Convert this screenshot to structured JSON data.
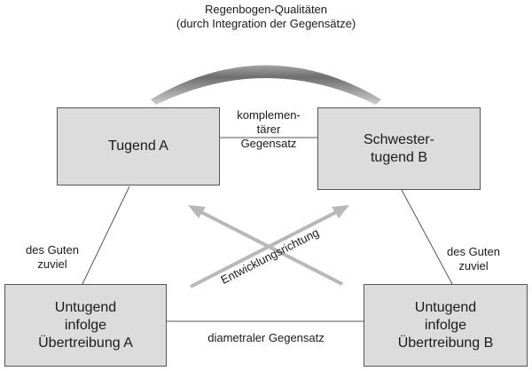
{
  "title": {
    "line1": "Regenbogen-Qualitäten",
    "line2": "(durch Integration der Gegensätze)"
  },
  "boxes": {
    "tugend_a": "Tugend A",
    "schwester_line1": "Schwester-",
    "schwester_line2": "tugend B",
    "untugend_a_line1": "Untugend",
    "untugend_a_line2": "infolge",
    "untugend_a_line3": "Übertreibung A",
    "untugend_b_line1": "Untugend",
    "untugend_b_line2": "infolge",
    "untugend_b_line3": "Übertreibung B"
  },
  "labels": {
    "komplementaer_line1": "komplemen-",
    "komplementaer_line2": "tärer",
    "komplementaer_line3": "Gegensatz",
    "guten_left_line1": "des Guten",
    "guten_left_line2": "zuviel",
    "guten_right_line1": "des Guten",
    "guten_right_line2": "zuviel",
    "entwicklung": "Entwicklungsrichtung",
    "diametral": "diametraler Gegensatz"
  },
  "colors": {
    "box_fill": "#dcdcdc",
    "line": "#555555",
    "arrow": "#b8b8b8",
    "rainbow": "#7a7a7a"
  }
}
